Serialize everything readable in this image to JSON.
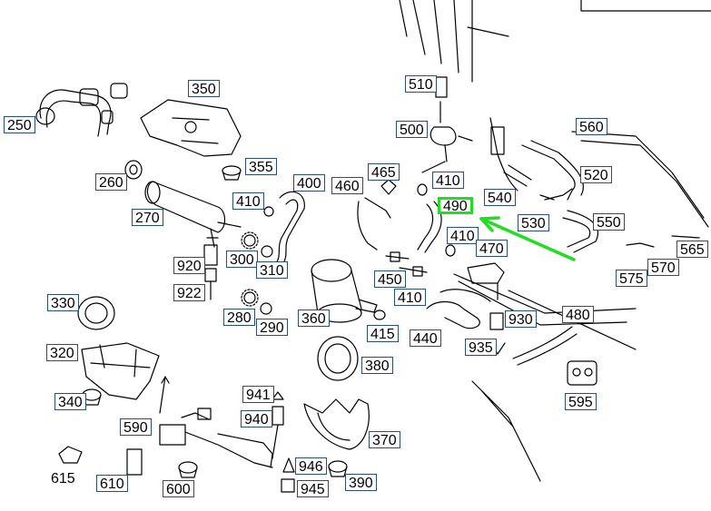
{
  "diagram": {
    "highlight_color": "#22dd22",
    "label_border_color": "#2a4e7a",
    "line_color": "#000000",
    "highlighted_part": "490"
  },
  "labels": {
    "p250": "250",
    "p260": "260",
    "p270": "270",
    "p280": "280",
    "p290": "290",
    "p300": "300",
    "p310": "310",
    "p320": "320",
    "p330": "330",
    "p340": "340",
    "p350": "350",
    "p355": "355",
    "p360": "360",
    "p370": "370",
    "p380": "380",
    "p390": "390",
    "p400": "400",
    "p410a": "410",
    "p410b": "410",
    "p410c": "410",
    "p410d": "410",
    "p415": "415",
    "p440": "440",
    "p450": "450",
    "p460": "460",
    "p465": "465",
    "p470": "470",
    "p480": "480",
    "p490": "490",
    "p500": "500",
    "p510": "510",
    "p520": "520",
    "p530": "530",
    "p540": "540",
    "p550": "550",
    "p560": "560",
    "p565": "565",
    "p570": "570",
    "p575": "575",
    "p590": "590",
    "p595": "595",
    "p600": "600",
    "p610": "610",
    "p615": "615",
    "p920": "920",
    "p922": "922",
    "p930": "930",
    "p935": "935",
    "p940": "940",
    "p941": "941",
    "p945": "945",
    "p946": "946"
  }
}
